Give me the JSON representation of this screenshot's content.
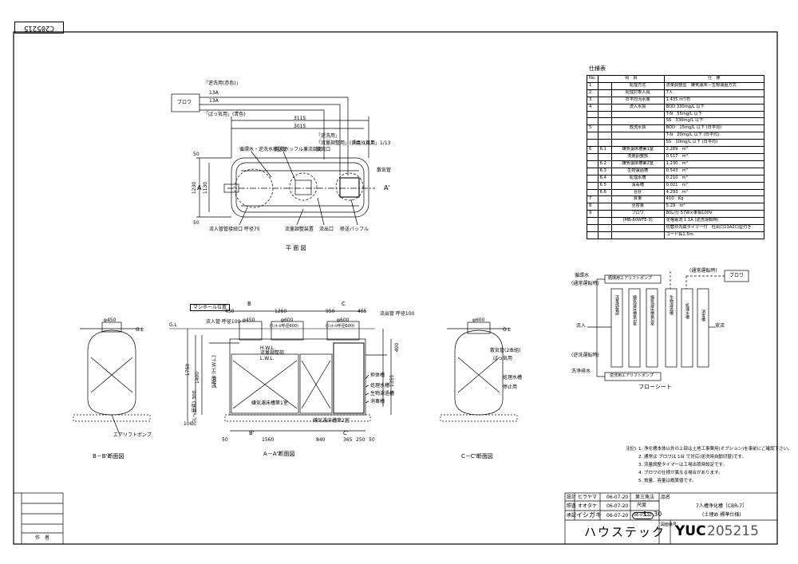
{
  "doc_tag": "C205215",
  "spec_table": {
    "title": "仕様表",
    "header": [
      "No.",
      "項　目",
      "仕　様"
    ],
    "rows": [
      [
        "1",
        "",
        "処理方式",
        "流量調整型　嫌気濾床－生物濾過方式"
      ],
      [
        "2",
        "",
        "処理対象人員",
        "7人"
      ],
      [
        "3",
        "",
        "日平均汚水量",
        "1.435 m³/日"
      ],
      [
        "4",
        "",
        "流入水質",
        "BOD 330mg/L 以下"
      ],
      [
        "",
        "",
        "",
        "T-N　55mg/L 以下"
      ],
      [
        "",
        "",
        "",
        "SS　330mg/L 以下"
      ],
      [
        "5",
        "",
        "放流水質",
        "BOD　15mg/L 以下 (日平均)"
      ],
      [
        "",
        "",
        "",
        "T-N　20mg/L 以下 (日平均)"
      ],
      [
        "",
        "",
        "",
        "SS　10mg/L 以下 (日平均)"
      ],
      [
        "6",
        "6.1",
        "嫌気濾床槽第1室",
        "2.289　m³"
      ],
      [
        "",
        "",
        "流量調整部",
        "0.517　m³"
      ],
      [
        "",
        "6.2",
        "嫌気濾床槽第2室",
        "1.230　m³"
      ],
      [
        "",
        "6.3",
        "生物濾過槽",
        "0.543　m³"
      ],
      [
        "",
        "6.4",
        "処理水槽",
        "0.210　m³"
      ],
      [
        "",
        "6.5",
        "消毒槽",
        "0.021　m³"
      ],
      [
        "",
        "6.6",
        "合計",
        "4.293　m³"
      ],
      [
        "7",
        "",
        "質量",
        "410　Kg"
      ],
      [
        "8",
        "",
        "全容量",
        "5.29　m³"
      ],
      [
        "9",
        "",
        "ブロワ",
        "80L/分 57W×単相100V"
      ],
      [
        "",
        "",
        "(MB-80WTE-3)",
        "定格電流 1.1A (逆洗運転時)"
      ],
      [
        "",
        "",
        "",
        "切替弁内蔵タイマー付　吐出口13A2口型付き"
      ],
      [
        "",
        "",
        "",
        "コード長1.5m"
      ]
    ]
  },
  "plan_view": {
    "label": "平 面 図",
    "blower": "ブロワ",
    "air_pipe_label": "13A",
    "pipe_labels": [
      "「逆洗用(赤色)」",
      "「ばっ気用」(青色)",
      "「逆洗用」",
      "「流量調整用」(黄色)1/13",
      "「ばっ気用」1/13"
    ],
    "dims": [
      "3115",
      "3015",
      "50",
      "50",
      "1230",
      "1130"
    ],
    "callouts": [
      "循環水・逆洗水移送管",
      "越流バッフル兼流調部",
      "放流口",
      "流量調整装置",
      "流出口",
      "移送バッフル",
      "流入管管接続口 呼径75",
      "散気管"
    ],
    "section_marks": [
      "A",
      "A'"
    ]
  },
  "section_aa": {
    "label": "A－A'断面図",
    "manhole": "マンホール位置",
    "inflow": "流入管 呼径100",
    "outflow": "流出管 呼径100",
    "top_dims": [
      "450",
      "1260",
      "950",
      "455"
    ],
    "openings": [
      "φ450",
      "φ600",
      "φ600",
      "(ﾏﾝﾎｰﾙ呼径600)",
      "(ﾏﾝﾎｰﾙ呼径600)"
    ],
    "left_dims": [
      "1750",
      "1400",
      "1750 (H.W.L.)",
      "1400",
      "100",
      "(GL〜管底) 300"
    ],
    "right_dims": [
      "400",
      "1355"
    ],
    "bottom_dims": [
      "50",
      "1560",
      "840",
      "365",
      "250",
      "50"
    ],
    "water_levels": [
      "H.W.L.",
      "L.W.L."
    ],
    "chamber_labels": [
      "嫌気濾床槽第1室",
      "嫌気濾床槽第2室",
      "流量調整部"
    ],
    "right_callouts": [
      "担体槽",
      "処理水槽",
      "生物濾過槽",
      "消毒槽"
    ],
    "section_marks": [
      "B",
      "B'",
      "C",
      "C'"
    ],
    "gl": "G.L"
  },
  "section_bb": {
    "label": "B－B'断面図",
    "dim": "φ450",
    "gl": "G.L",
    "callout": "エアリフトポンプ"
  },
  "section_cc": {
    "label": "C－C'断面図",
    "dim": "φ600",
    "gl": "G.L",
    "callouts": [
      "散気管(2本組)",
      "ばっ気用",
      "処理水槽",
      "停止用"
    ]
  },
  "flow_sheet": {
    "label": "フローシート",
    "blower": "ブロワ",
    "top_labels": [
      "循環水",
      "(通常運転時)",
      "(通常運転時)",
      "循環用エアリフトポンプ"
    ],
    "inflow": "流入",
    "outflow": "放流",
    "backwash": "(逆洗運転時)",
    "backwash_water": "洗浄排水",
    "backwash_pump": "逆洗用エアリフトポンプ",
    "chambers": [
      "流量調整部",
      "嫌気濾床槽第1室",
      "嫌気濾床槽第2室",
      "生物濾過槽",
      "処理水槽",
      "消毒槽"
    ]
  },
  "notes": {
    "title": "注記)",
    "items": [
      "1. 浄化槽本体以外の上部は土地工事費用(オプション)を事前にご確認下さい。",
      "2. 通常は ブロワは 1台 で対応(逆洗時自動切替)です。",
      "3. 流量調整タイマーは工場出荷時設定です。",
      "4. ブロワの仕様が異なる場合があります。",
      "5. 質量、容量は概算値です。"
    ]
  },
  "title_block": {
    "rows": [
      [
        "設計",
        "ヒラヤマ",
        "06-07-20"
      ],
      [
        "照査",
        "オオタケ",
        "06-07-20"
      ],
      [
        "承認",
        "イシガキ",
        "06-07-20"
      ]
    ],
    "projection_label": "第三角法",
    "scale_label": "尺度",
    "scale": "1：30",
    "date_stamp": "06-07-20",
    "name_label": "品名",
    "name_line1": "7人槽浄化槽［CBR-7］",
    "name_line2": "(土埋め 標準仕様)",
    "company": "ハウステック",
    "drawing_no_label": "図面番号",
    "drawing_no_prefix": "YUC",
    "drawing_no": "205215",
    "left_block_label": "作　者"
  }
}
